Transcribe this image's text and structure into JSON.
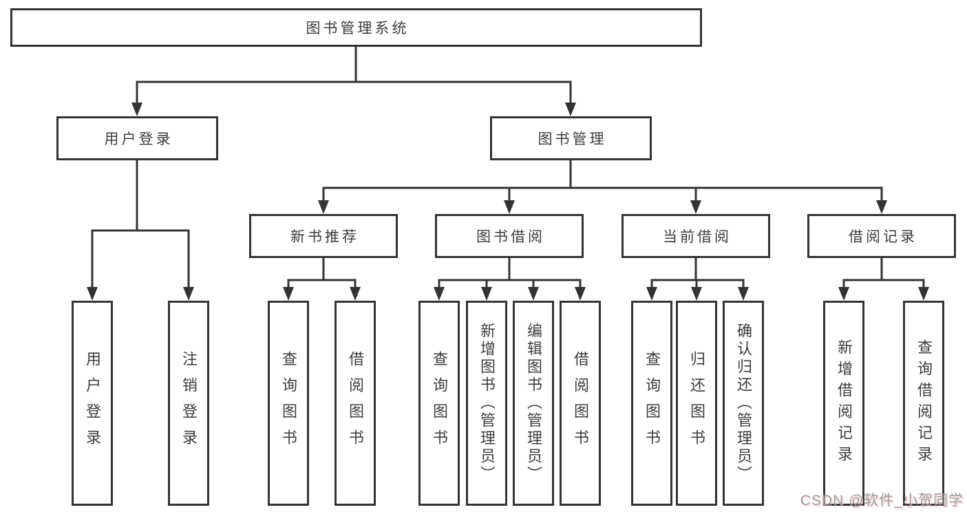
{
  "diagram": {
    "root": {
      "label": "图书管理系统"
    },
    "level2": [
      {
        "label": "用户登录"
      },
      {
        "label": "图书管理"
      }
    ],
    "level3": [
      {
        "label": "新书推荐"
      },
      {
        "label": "图书借阅"
      },
      {
        "label": "当前借阅"
      },
      {
        "label": "借阅记录"
      }
    ],
    "leaves": {
      "login": [
        "用户登录",
        "注销登录"
      ],
      "recommend": [
        "查询图书",
        "借阅图书"
      ],
      "borrow": [
        "查询图书",
        "新增图书（管理员）",
        "编辑图书（管理员）",
        "借阅图书"
      ],
      "current": [
        "查询图书",
        "归还图书",
        "确认归还（管理员）"
      ],
      "records": [
        "新增借阅记录",
        "查询借阅记录"
      ]
    }
  },
  "watermark": {
    "text": "CSDN @软件_小贺同学"
  },
  "colors": {
    "line": "#333333",
    "text": "#3c3c3c",
    "watermark": "#9c9c9c",
    "background": "#ffffff"
  }
}
